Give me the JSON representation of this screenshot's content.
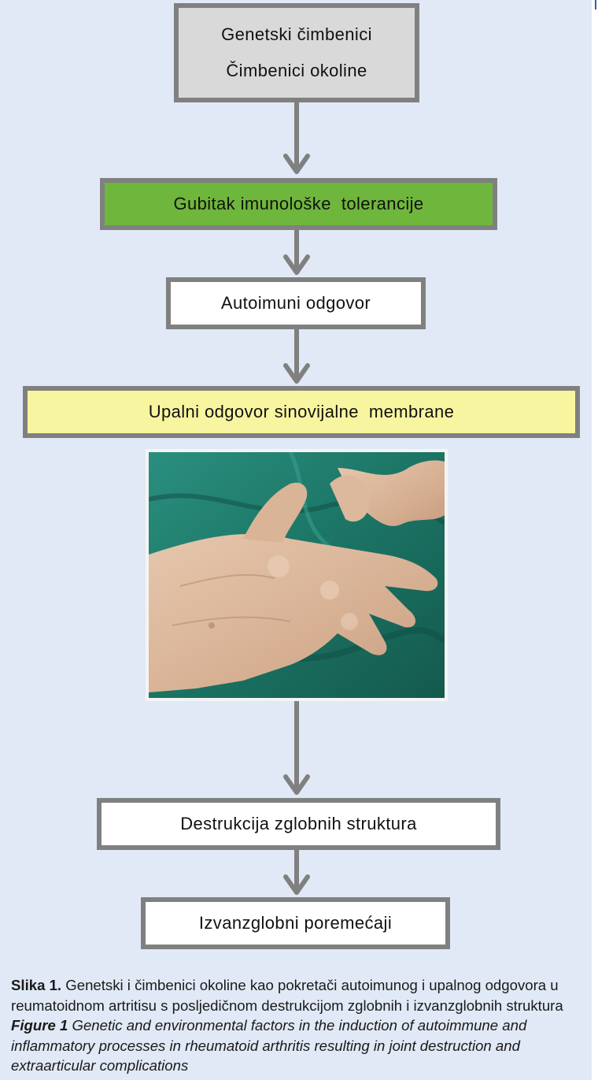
{
  "diagram": {
    "nodes": {
      "factors": {
        "line1": "Genetski čimbenici",
        "line2": "Čimbenici okoline",
        "fill": "#d9d9d9"
      },
      "tolerance": {
        "label": "Gubitak imunološke  tolerancije",
        "fill": "#6fb63c"
      },
      "autoimmune": {
        "label": "Autoimuni odgovor",
        "fill": "#ffffff"
      },
      "synovial": {
        "label": "Upalni odgovor sinovijalne  membrane",
        "fill": "#f8f5a0"
      },
      "destruction": {
        "label": "Destrukcija zglobnih struktura",
        "fill": "#ffffff"
      },
      "extraarticular": {
        "label": "Izvanzglobni poremećaji",
        "fill": "#ffffff"
      }
    },
    "border_color": "#808080",
    "arrow_color": "#808080",
    "background": "#e1e9f6"
  },
  "caption": {
    "hr_label": "Slika 1.",
    "hr_text": " Genetski i čimbenici okoline kao pokretači autoimunog i upalnog odgovora u reumatoidnom artritisu s posljedičnom destrukcijom zglobnih i izvanzglobnih struktura",
    "en_label": "Figure 1",
    "en_text": " Genetic and environmental factors in the induction of autoimmune and inflammatory processes in rheumatoid arthritis resulting in joint destruction and extraarticular complications"
  }
}
